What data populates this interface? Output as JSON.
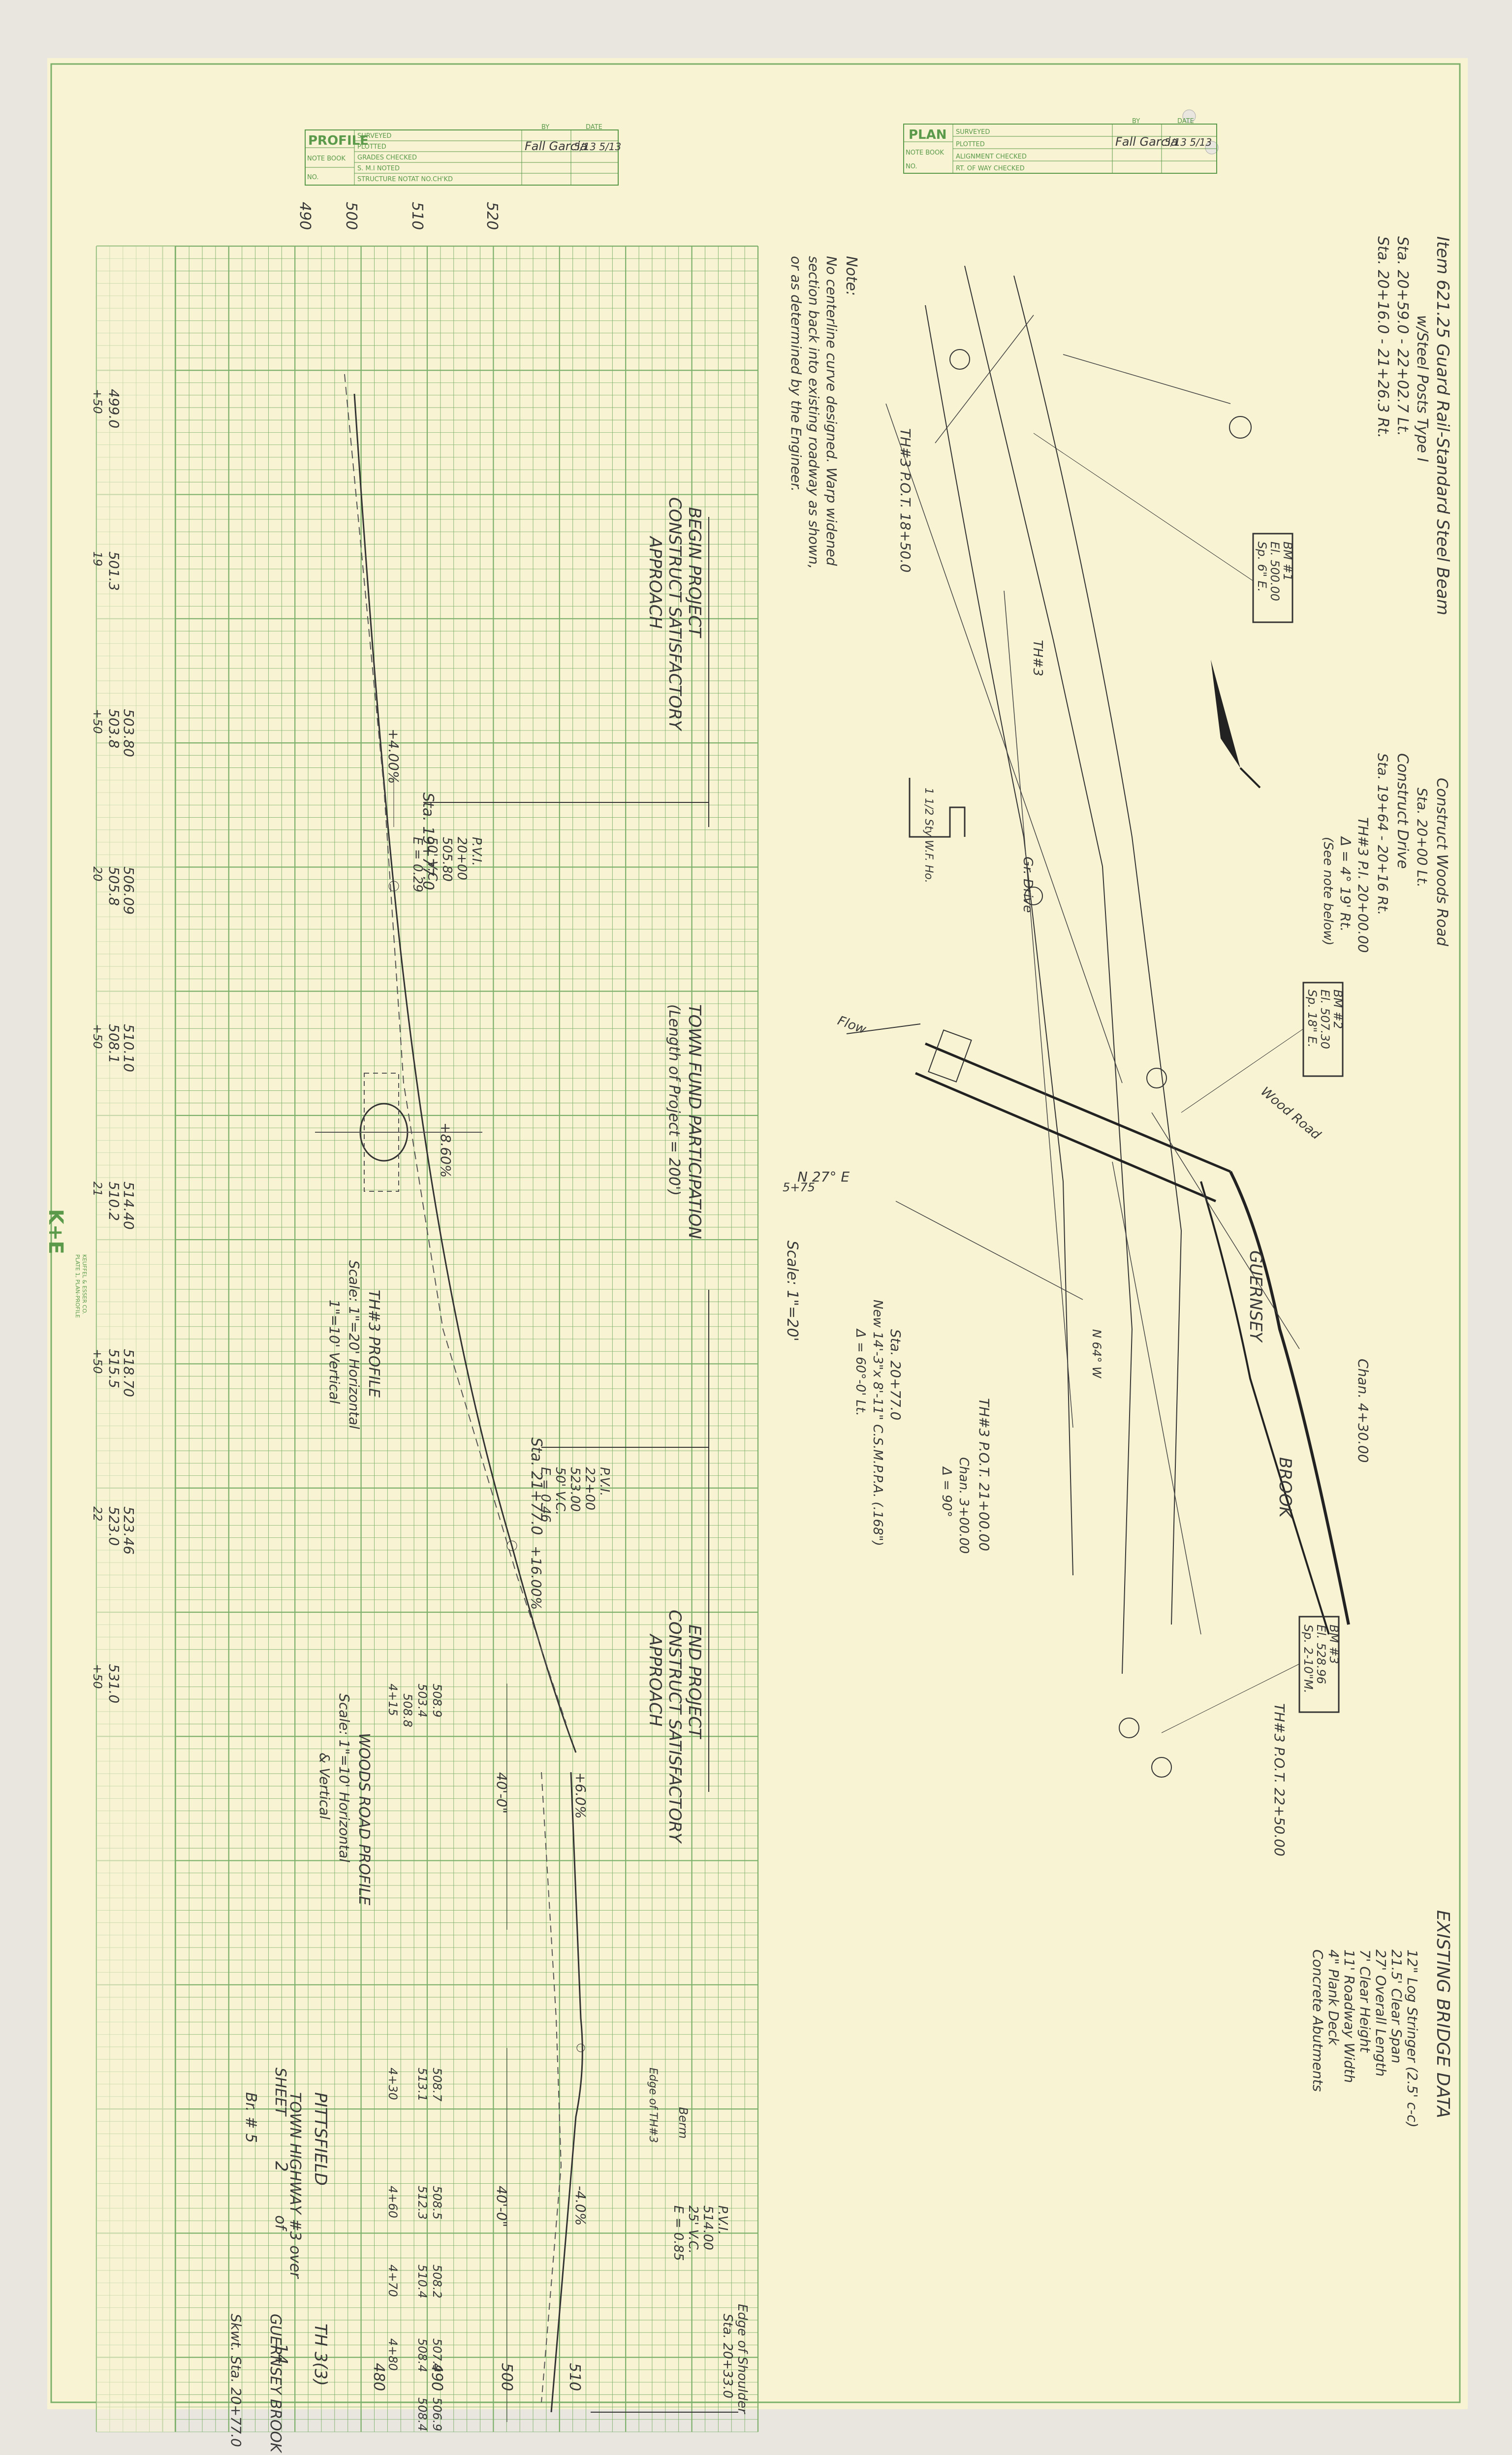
{
  "profile_block": {
    "title": "PROFILE",
    "rows": [
      "SURVEYED",
      "PLOTTED",
      "GRADES CHECKED",
      "S. M.I NOTED",
      "STRUCTURE NOTAT NO.CH'KD"
    ],
    "note_book_label": "NOTE BOOK",
    "no_label": "NO.",
    "by_header": "BY",
    "date_header": "DATE",
    "by_value": "Fall Garcia",
    "date_value": "5/13 5/13"
  },
  "plan_block": {
    "title": "PLAN",
    "rows": [
      "SURVEYED",
      "PLOTTED",
      "ALIGNMENT CHECKED",
      "RT. OF WAY CHECKED"
    ],
    "note_book_label": "NOTE BOOK",
    "no_label": "NO.",
    "by_header": "BY",
    "date_header": "DATE",
    "by_value": "Fall Garcia",
    "date_value": "5/13 5/13"
  },
  "elevation_labels": [
    "480",
    "490",
    "500",
    "510",
    "520"
  ],
  "station_ticks": [
    "+50",
    "19",
    "+50",
    "20",
    "+50",
    "21",
    "+50",
    "22",
    "+50"
  ],
  "profile_pairs": [
    [
      "499.0",
      ""
    ],
    [
      "501.3",
      ""
    ],
    [
      "503.8",
      "503.80"
    ],
    [
      "505.8",
      "506.09"
    ],
    [
      "508.1",
      "510.10"
    ],
    [
      "510.2",
      "514.40"
    ],
    [
      "515.5",
      "518.70"
    ],
    [
      "523.0",
      "523.46"
    ],
    [
      "531.0",
      ""
    ]
  ],
  "profile_notes": {
    "begin_project": "BEGIN PROJECT",
    "begin_sub1": "CONSTRUCT SATISFACTORY",
    "begin_sub2": "APPROACH",
    "town_fund": "TOWN FUND PARTICIPATION",
    "town_fund_sub": "(Length of Project = 200')",
    "end_project": "END PROJECT",
    "end_sub1": "CONSTRUCT SATISFACTORY",
    "end_sub2": "APPROACH",
    "sta_1977": "Sta. 19+77.0",
    "sta_2177": "Sta. 21+77.0",
    "grade1": "+4.00%",
    "grade2": "+8.60%",
    "grade3": "+16.00%",
    "pvi1": [
      "P.V.I.",
      "20+00",
      "505.80",
      "50' V.C.",
      "E = 0.29"
    ],
    "pvi2": [
      "P.V.I.",
      "22+00",
      "523.00",
      "50' V.C.",
      "E = 0.46"
    ],
    "th3_profile": "TH#3 PROFILE",
    "th3_scale1": "Scale: 1\"=20' Horizontal",
    "th3_scale2": "1\"=10' Vertical",
    "woods_profile": "WOODS ROAD PROFILE",
    "woods_scale1": "Scale: 1\"=10' Horizontal",
    "woods_scale2": "& Vertical",
    "woods_pairs": [
      [
        "508.9",
        "503.4"
      ],
      [
        "508.8",
        ""
      ],
      [
        "508.7",
        "513.1"
      ],
      [
        "508.5",
        "512.3"
      ],
      [
        "508.2",
        "510.4"
      ],
      [
        "507.9",
        "508.4"
      ],
      [
        "506.9",
        "508.4"
      ]
    ],
    "woods_stations": [
      "4+15",
      "4+30",
      "4+60",
      "4+70",
      "4+80"
    ],
    "woods_dist": [
      "40'-0\"",
      "40'-0\""
    ],
    "woods_grade1": "+6.0%",
    "woods_grade2": "-4.0%",
    "woods_pvi": [
      "P.V.I.",
      "514.00",
      "25' V.C.",
      "E = 0.85"
    ],
    "edge_shoulder": "Edge of Shoulder",
    "sta_2033": "Sta. 20+33.0",
    "berm": "Berm",
    "th_edge": "Edge of TH#3"
  },
  "plan_notes": {
    "item": "Item 621.25 Guard Rail-Standard Steel Beam",
    "item_sub": "w/Steel Posts Type I",
    "sta_a": "Sta. 20+59.0 - 22+02.7 Lt.",
    "sta_b": "Sta. 20+16.0 - 21+26.3 Rt.",
    "note_title": "Note:",
    "note_lines": [
      "No centerline curve designed. Warp widened",
      "section back into existing roadway as shown,",
      "or as determined by the Engineer."
    ],
    "bm1": [
      "BM #1",
      "El. 500.00",
      "Sp. 6\" E."
    ],
    "bm2": [
      "BM #2",
      "El. 507.30",
      "Sp. 18\" E."
    ],
    "bm3": [
      "BM #3",
      "El. 528.96",
      "Sp. 2-10\"M."
    ],
    "woods_road": "Construct Woods Road",
    "woods_road_sta": "Sta. 20+00 Lt.",
    "drive": "Construct Drive",
    "drive_sta": "Sta. 19+64 - 20+16 Rt.",
    "th3_pi": "TH#3 P.I. 20+00.00",
    "delta": "Δ = 4° 19' Rt.",
    "see_note": "(See note below)",
    "th3_pot1": "TH#3 P.O.T. 18+50.0",
    "th3_pot2": "TH#3 P.O.T. 21+00.00",
    "chan": "Chan. 3+00.00",
    "delta2": "Δ = 90°",
    "th3_pot3": "TH#3 P.O.T. 22+50.00",
    "sta_2077": "Sta. 20+77.0",
    "new_pipe": "New 14'-3\"x 8'-11\" C.S.M.P.P.A. (.168\")",
    "delta3": "Δ = 60°-0' Lt.",
    "scale": "Scale: 1\"=20'",
    "bearing": "N 27° E",
    "bearing2": "N 64° W",
    "sta_575": "5+75",
    "chan2": "Chan. 4+30.00",
    "guernsey": "GUERNSEY",
    "brook": "BROOK",
    "flow": "Flow",
    "th3": "TH#3",
    "gr_drive": "Gr. Drive",
    "house": "1 1/2 Sty W.F. Ho.",
    "wood_road": "Wood Road"
  },
  "bridge_data": {
    "title": "EXISTING BRIDGE DATA",
    "lines": [
      "12\" Log Stringer (2.5' c-c)",
      "21.5' Clear Span",
      "27' Overall Length",
      "7' Clear Height",
      "11' Roadway Width",
      "4\" Plank Deck",
      "Concrete Abutments"
    ]
  },
  "title_block": {
    "sheet": "SHEET",
    "sheet_no": "2",
    "of": "of",
    "total": "14",
    "town": "PITTSFIELD",
    "th": "TH 3(3)",
    "town_highway": "TOWN HIGHWAY #3 over",
    "guernsey": "GUERNSEY BROOK",
    "br": "Br. # 5",
    "sta": "Skwt. Sta. 20+77.0"
  },
  "ke": {
    "logo": "K+E",
    "line1": "PLATE 1, PLAN-PROFILE",
    "line2": "KEUFFEL & ESSER CO."
  }
}
